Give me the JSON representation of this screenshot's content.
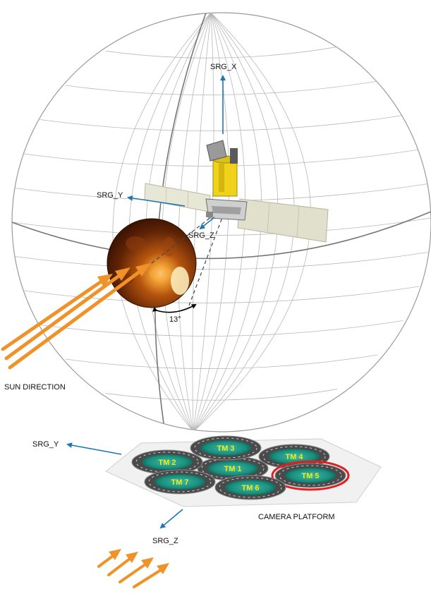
{
  "sphere": {
    "labels": {
      "srg_x": "SRG_X",
      "srg_y": "SRG_Y",
      "srg_z": "SRG_Z",
      "angle": "13°",
      "sun_direction": "SUN DIRECTION"
    }
  },
  "platform": {
    "labels": {
      "srg_y": "SRG_Y",
      "srg_z": "SRG_Z",
      "camera_platform": "CAMERA PLATFORM"
    },
    "modules": [
      {
        "label": "TM 1",
        "highlighted": false
      },
      {
        "label": "TM 2",
        "highlighted": false
      },
      {
        "label": "TM 3",
        "highlighted": false
      },
      {
        "label": "TM 4",
        "highlighted": false
      },
      {
        "label": "TM 5",
        "highlighted": true
      },
      {
        "label": "TM 6",
        "highlighted": false
      },
      {
        "label": "TM 7",
        "highlighted": false
      }
    ]
  },
  "colors": {
    "axis_arrow": "#1f78b4",
    "sun_ray": "#f0922a",
    "highlight_ring": "#e02020",
    "module_label": "#f2ea1c",
    "sphere_grid": "#b8b8b8"
  }
}
